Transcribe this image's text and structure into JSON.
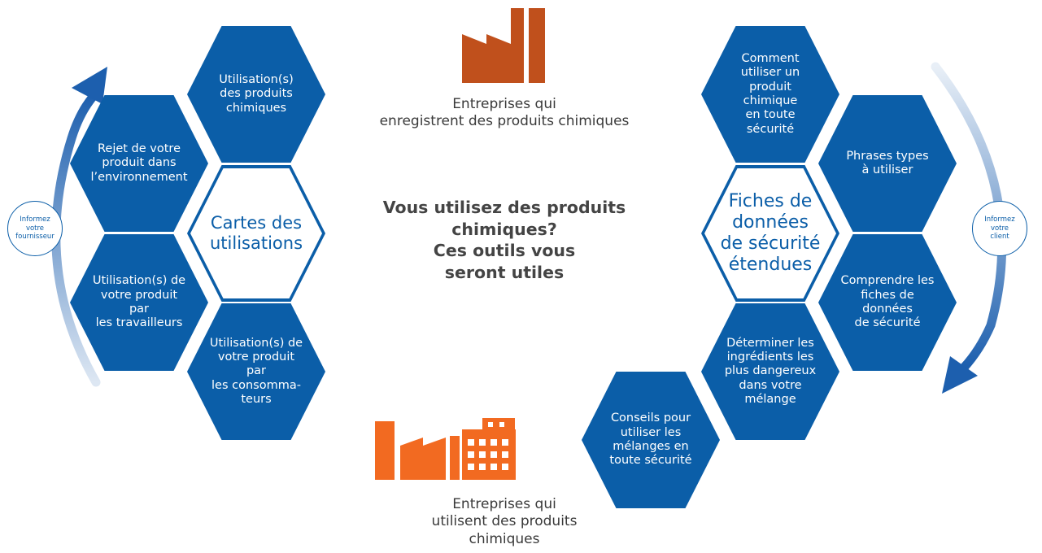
{
  "top_group": {
    "label": "Entreprises qui\nenregistrent des produits chimiques",
    "icon": "factory-icon",
    "color": "#c0501c"
  },
  "bottom_group": {
    "label": "Entreprises qui\nutilisent des produits\nchimiques",
    "icon": "factory-building-icon",
    "color": "#f26a21"
  },
  "center_question": "Vous utilisez des produits\nchimiques?\nCes outils vous\nseront utiles",
  "left_cluster": {
    "center": "Cartes des\nutilisations",
    "arrow_label": "Informez\nvotre\nfournisseur",
    "items": [
      "Utilisation(s)\ndes produits\nchimiques",
      "Rejet de votre\nproduit dans\nl’environnement",
      "Utilisation(s) de\nvotre produit par\nles travailleurs",
      "Utilisation(s) de\nvotre produit par\nles consomma-\nteurs"
    ]
  },
  "right_cluster": {
    "center": "Fiches de\ndonnées\nde sécurité\nétendues",
    "arrow_label": "Informez\nvotre\nclient",
    "items": [
      "Comment\nutiliser un\nproduit chimique\nen toute sécurité",
      "Phrases types\nà utiliser",
      "Comprendre les\nfiches de données\nde sécurité",
      "Déterminer les\ningrédients les\nplus dangereux\ndans votre\nmélange",
      "Conseils pour\nutiliser les\nmélanges en\ntoute sécurité"
    ]
  },
  "colors": {
    "hex_blue": "#0b5ea8",
    "text_gray": "#3a3a3a"
  }
}
